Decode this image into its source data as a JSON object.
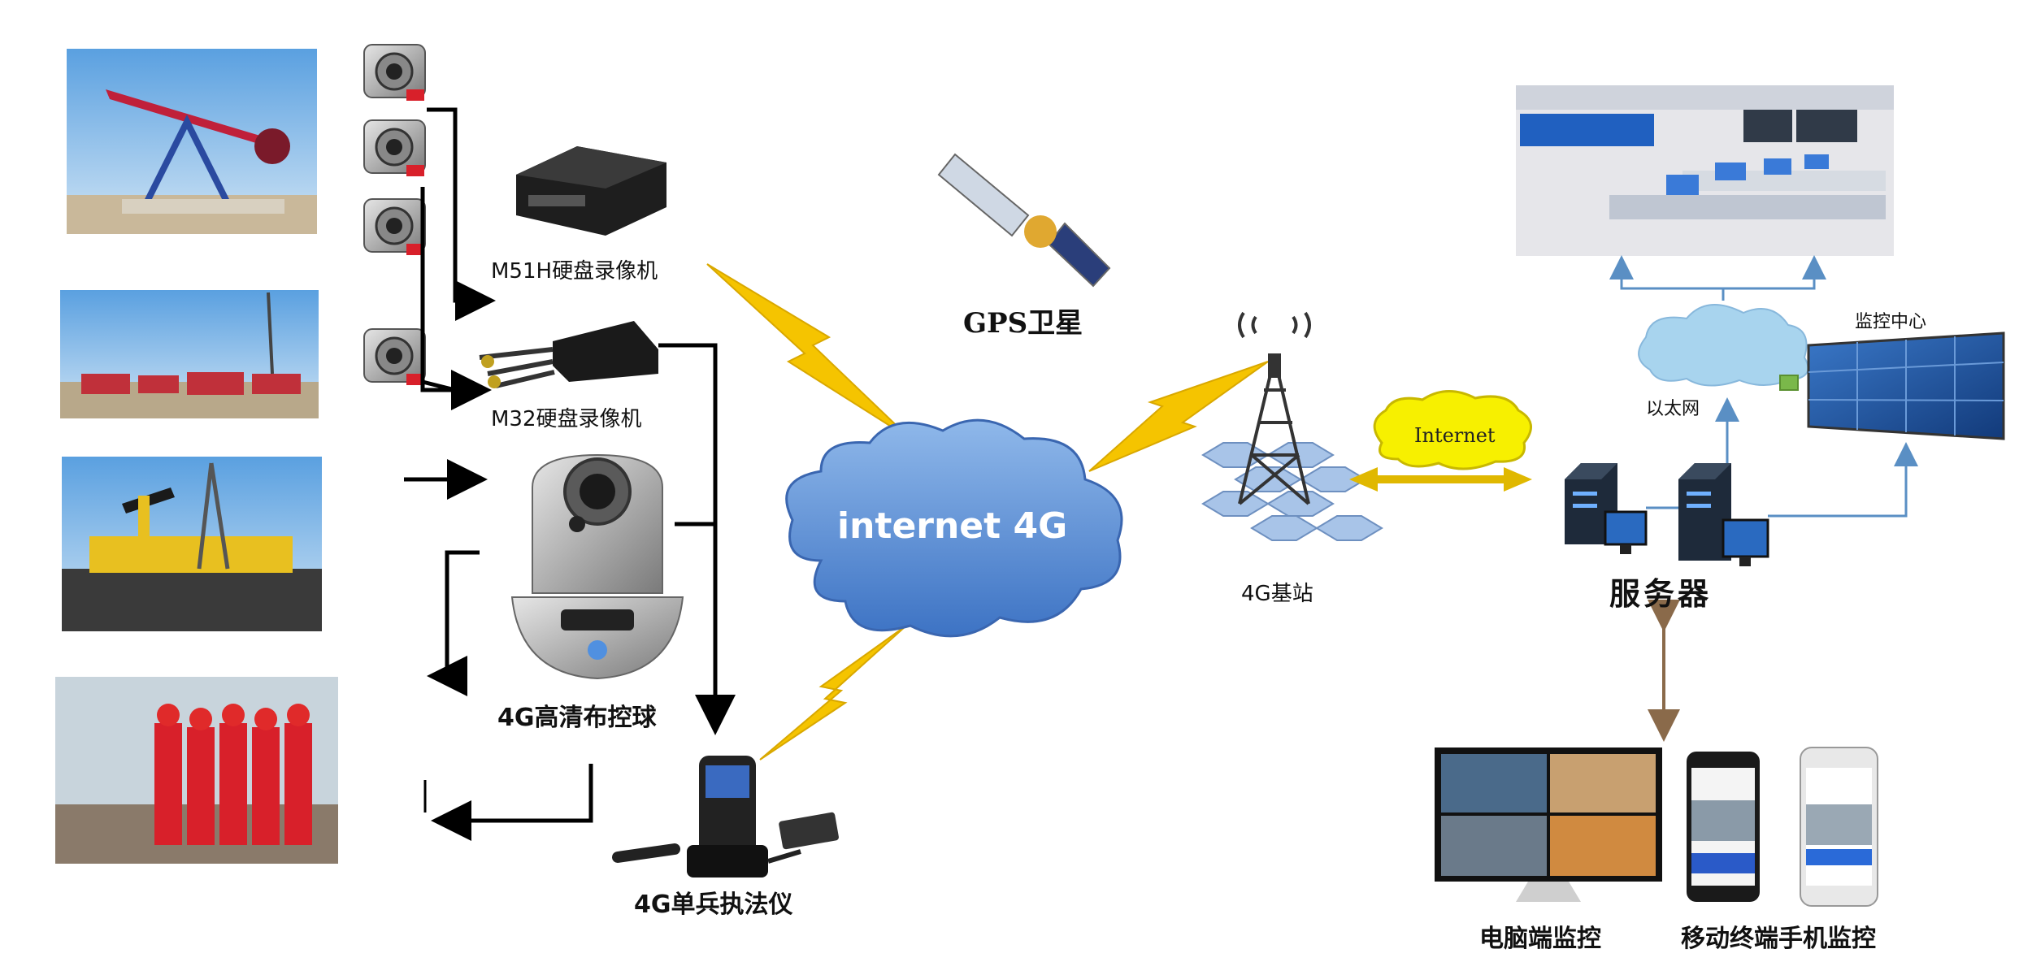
{
  "labels": {
    "dvr_m51h": "M51H硬盘录像机",
    "dvr_m32": "M32硬盘录像机",
    "ptz_camera": "4G高清布控球",
    "handheld": "4G单兵执法仪",
    "gps": "GPS卫星",
    "cloud": "internet 4G",
    "base_station": "4G基站",
    "internet": "Internet",
    "ethernet": "以太网",
    "monitor_center": "监控中心",
    "server": "服务器",
    "pc_monitor": "电脑端监控",
    "mobile_monitor": "移动终端手机监控"
  },
  "colors": {
    "cloud_fill": "#5b8fd6",
    "lightning": "#f5c400",
    "arrow": "#000000",
    "net_line": "#5a8fc4",
    "internet_cloud": "#f7f000",
    "double_arrow": "#e0b800",
    "server_link": "#8a6a4a"
  }
}
